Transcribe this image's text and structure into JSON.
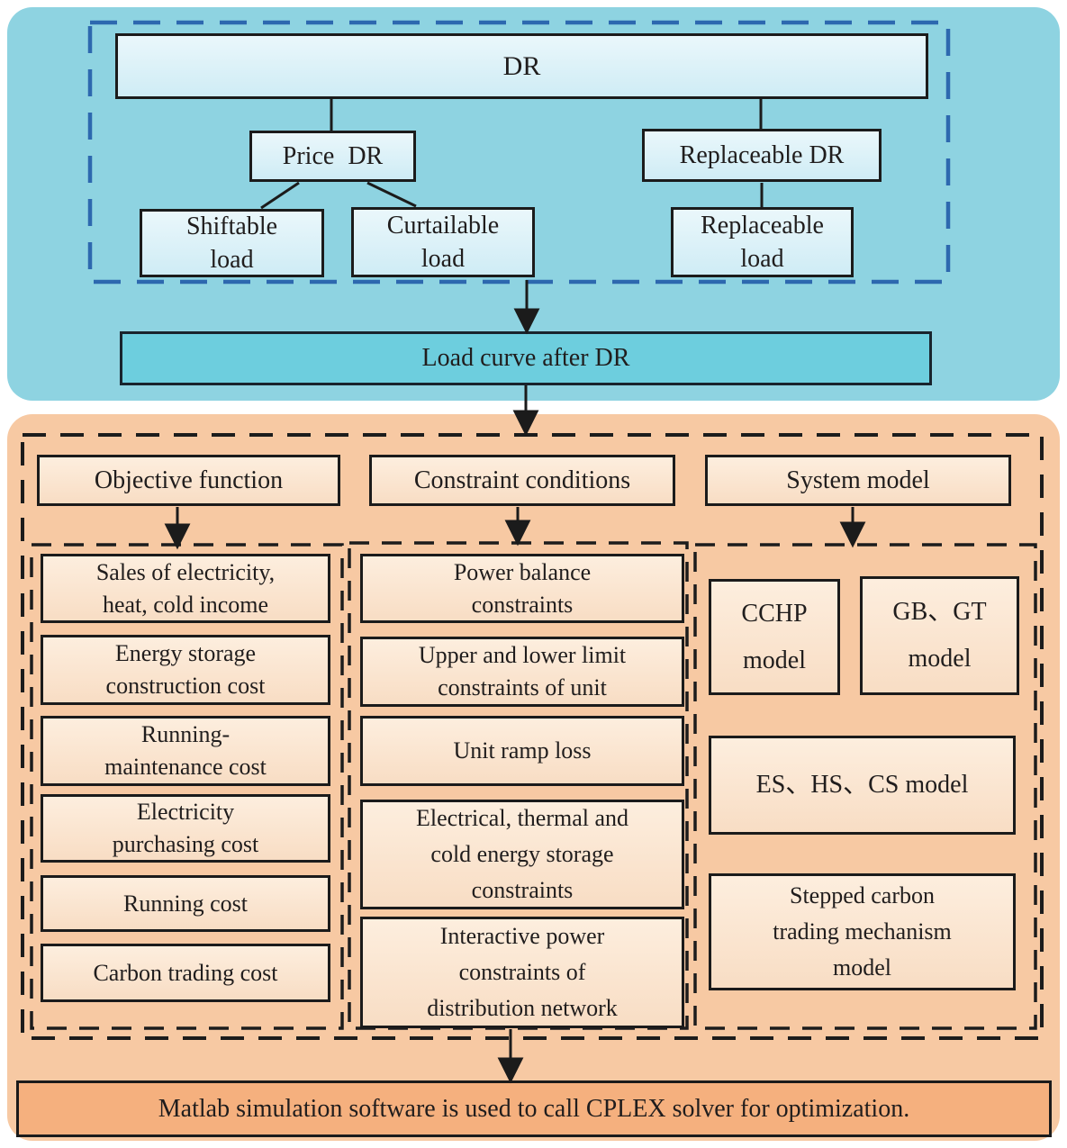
{
  "colors": {
    "top_background": "#8ed3e1",
    "dashed_blue": "#2d68af",
    "light_blue_box": "#d9eff7",
    "teal_box": "#6dcede",
    "bottom_background": "#f7c9a3",
    "peach_box": "#fae3cf",
    "footer_box": "#f5b07e",
    "line_black": "#1b1b1b"
  },
  "dr_tree": {
    "root": "DR",
    "price_dr": "Price DR",
    "replaceable_dr": "Replaceable DR",
    "shiftable_load": "Shiftable\nload",
    "curtailable_load": "Curtailable\nload",
    "replaceable_load": "Replaceable\nload",
    "load_curve": "Load curve after DR"
  },
  "optimization": {
    "objective": {
      "header": "Objective function",
      "items": [
        "Sales of electricity,\nheat, cold income",
        "Energy storage\nconstruction cost",
        "Running-\nmaintenance cost",
        "Electricity\npurchasing cost",
        "Running cost",
        "Carbon trading cost"
      ]
    },
    "constraints": {
      "header": "Constraint conditions",
      "items": [
        "Power balance\nconstraints",
        "Upper and lower limit\nconstraints of unit",
        "Unit ramp loss",
        "Electrical, thermal and\ncold energy storage\nconstraints",
        "Interactive power\nconstraints of\ndistribution network"
      ]
    },
    "system": {
      "header": "System model",
      "items": [
        "CCHP\nmodel",
        "GB、GT\nmodel",
        "ES、HS、CS model",
        "Stepped carbon\ntrading mechanism\nmodel"
      ]
    },
    "footer": "Matlab simulation software is used to call CPLEX solver for optimization."
  }
}
